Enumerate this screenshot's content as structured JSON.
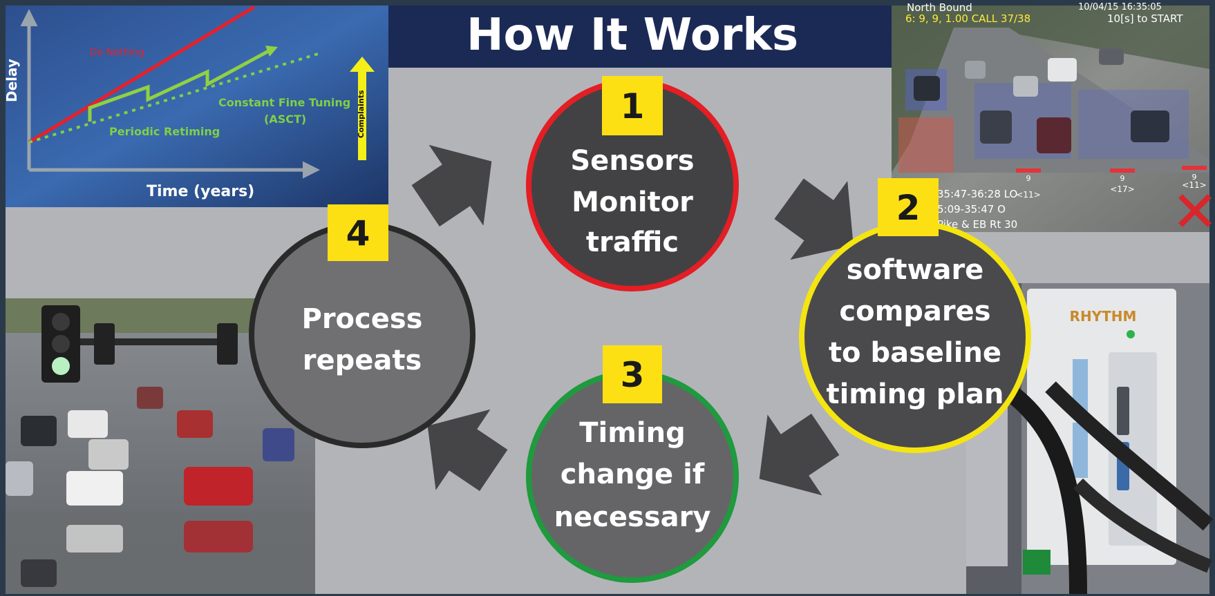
{
  "title": "How It Works",
  "delay_chart": {
    "ylabel": "Delay",
    "xlabel": "Time (years)",
    "do_nothing_label": "Do Nothing",
    "periodic_label": "Periodic Retiming",
    "fine_tuning_label_line1": "Constant Fine Tuning",
    "fine_tuning_label_line2": "(ASCT)",
    "complaints_label": "Complaints"
  },
  "steps": [
    {
      "number": "1",
      "lines": [
        "Sensors",
        "Monitor",
        "traffic"
      ],
      "ring_color": "#e31e24",
      "fill": "#424244"
    },
    {
      "number": "2",
      "lines": [
        "software",
        "compares",
        "to baseline",
        "timing plan"
      ],
      "ring_color": "#f4e511",
      "fill": "#4a4a4c"
    },
    {
      "number": "3",
      "lines": [
        "Timing",
        "change if",
        "necessary"
      ],
      "ring_color": "#1f9a3e",
      "fill": "#656567"
    },
    {
      "number": "4",
      "lines": [
        "Process",
        "repeats"
      ],
      "ring_color": "#2a2a2a",
      "fill": "#707072"
    }
  ],
  "camera_overlay": {
    "line1": "North Bound",
    "line2": "6: 9, 9, 1.00 CALL 37/38",
    "line3": "10[s] to START",
    "line4": "35:47-36:28 LO",
    "line5": "5:09-35:47 O",
    "line6": "Pike & EB Rt 30",
    "zone_labels": [
      "9",
      "9",
      "9"
    ],
    "zone_sublabels": [
      "<11>",
      "<17>",
      "<11>"
    ],
    "date_fragment": "10/04/15 16:35:05"
  },
  "controller_brand": "RHYTHM",
  "colors": {
    "title_bar": "#1b2a55",
    "panel": "#b3b4b8",
    "badge": "#fde014",
    "arrow": "#454547"
  }
}
